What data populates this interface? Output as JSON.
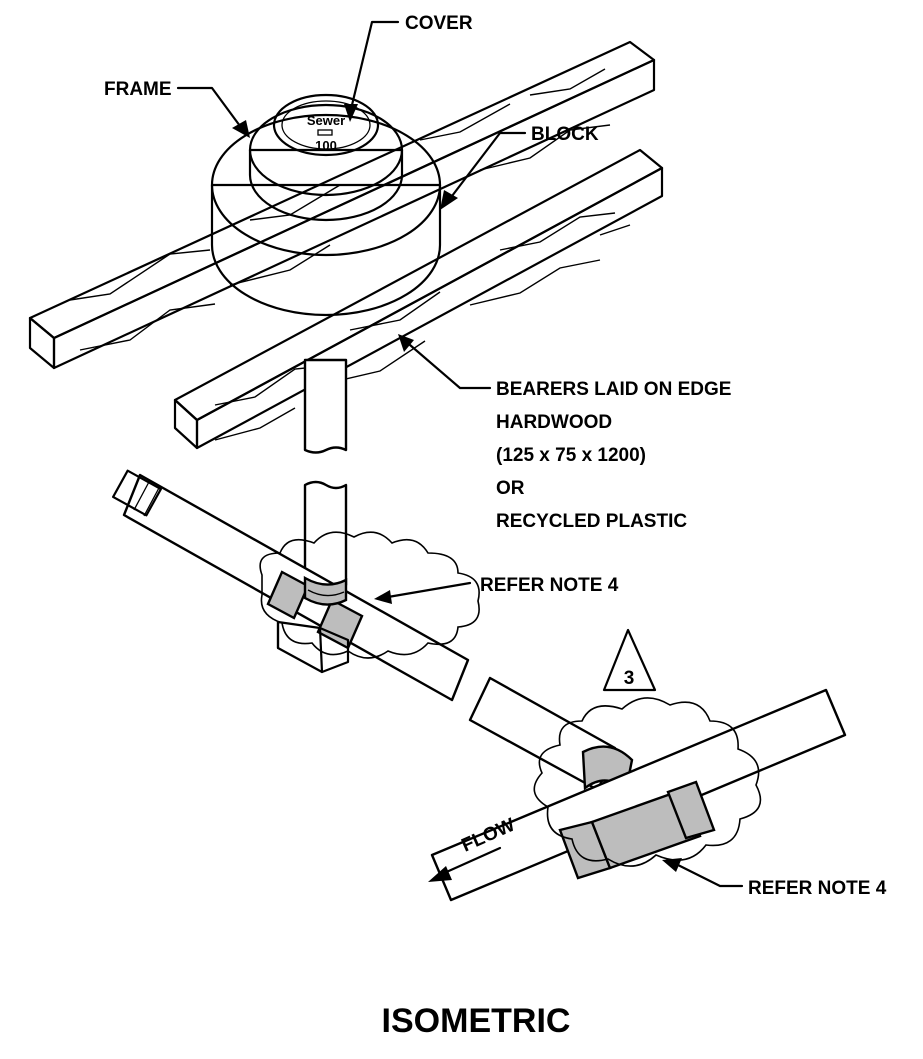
{
  "labels": {
    "cover": "COVER",
    "frame": "FRAME",
    "block": "BLOCK",
    "bearers_1": "BEARERS LAID ON EDGE",
    "bearers_2": "HARDWOOD",
    "bearers_3": "(125 x 75 x 1200)",
    "bearers_4": "OR",
    "bearers_5": "RECYCLED PLASTIC",
    "refer_note_upper": "REFER NOTE 4",
    "refer_note_lower": "REFER NOTE 4",
    "flow": "FLOW",
    "revision": "3",
    "cover_text_1": "Sewer",
    "cover_text_2": "100",
    "title": "ISOMETRIC"
  },
  "colors": {
    "line": "#000000",
    "band": "#bdbdbd",
    "background": "#ffffff"
  }
}
